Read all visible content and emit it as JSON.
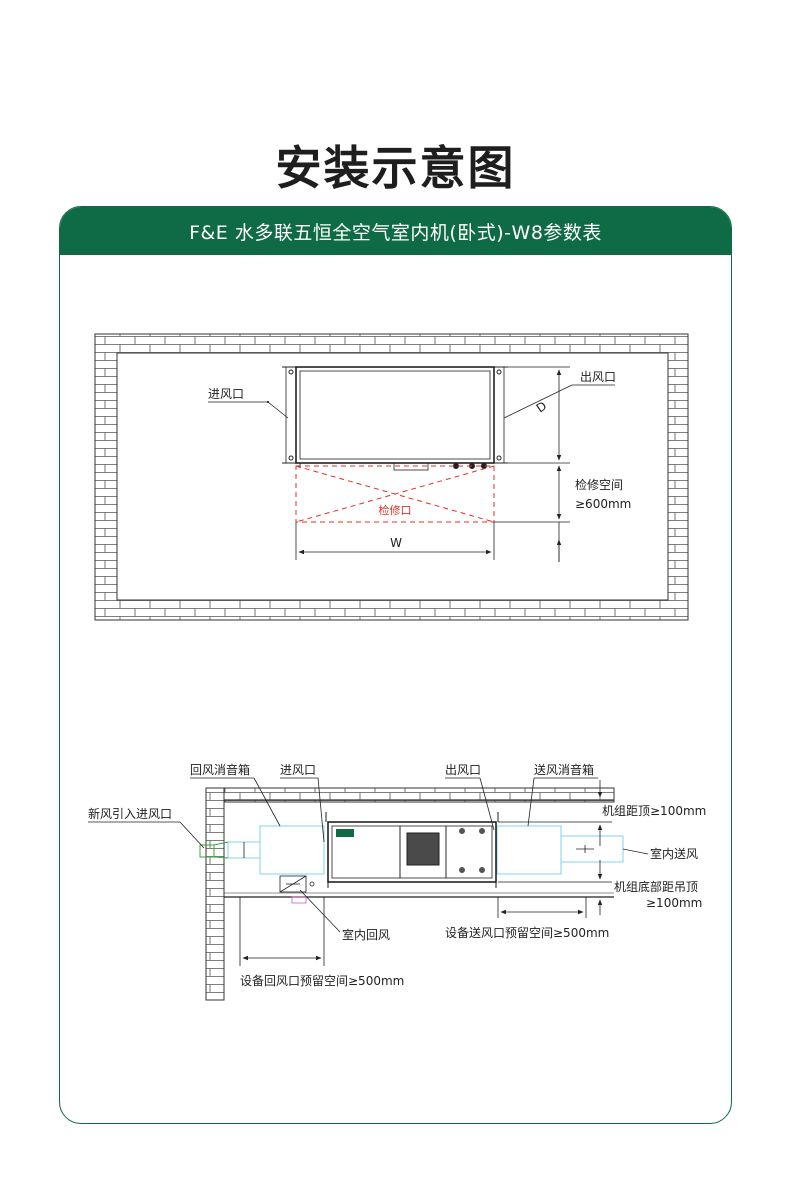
{
  "page": {
    "title": "安装示意图"
  },
  "table": {
    "header": "F&E 水多联五恒全空气室内机(卧式)-W8参数表"
  },
  "top_diagram": {
    "inlet": "进风口",
    "outlet": "出风口",
    "access_port": "检修口",
    "maint_space_line1": "检修空间",
    "maint_space_line2": "≥600mm",
    "width_label": "W",
    "depth_label": "D"
  },
  "bottom_diagram": {
    "return_box": "回风消音箱",
    "inlet": "进风口",
    "outlet": "出风口",
    "supply_box": "送风消音箱",
    "fresh_air": "新风引入进风口",
    "top_clearance": "机组距顶≥100mm",
    "indoor_supply": "室内送风",
    "bottom_clearance_line1": "机组底部距吊顶",
    "bottom_clearance_line2": "≥100mm",
    "supply_reserve": "设备送风口预留空间≥500mm",
    "indoor_return": "室内回风",
    "return_reserve": "设备回风口预留空间≥500mm"
  },
  "colors": {
    "brand_green": "#0f6b45",
    "access_red": "#e0302a",
    "duct_cyan": "#7fd3e8",
    "line": "#2a2a2a"
  }
}
